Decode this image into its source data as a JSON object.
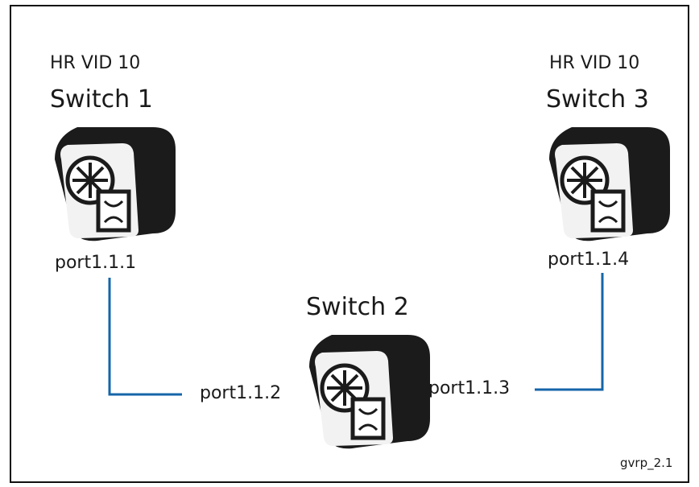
{
  "diagram": {
    "figure_id": "gvrp_2.1",
    "colors": {
      "link": "#1565a8",
      "device_body": "#1b1b1b",
      "device_face": "#f2f2f2",
      "border": "#111111"
    },
    "switches": [
      {
        "name": "Switch 1",
        "vid_label": "HR VID 10",
        "port": "port1.1.1",
        "icon": "switch-icon"
      },
      {
        "name": "Switch 2",
        "vid_label": "",
        "ports": [
          "port1.1.2",
          "port1.1.3"
        ],
        "icon": "switch-icon"
      },
      {
        "name": "Switch 3",
        "vid_label": "HR VID 10",
        "port": "port1.1.4",
        "icon": "switch-icon"
      }
    ]
  }
}
